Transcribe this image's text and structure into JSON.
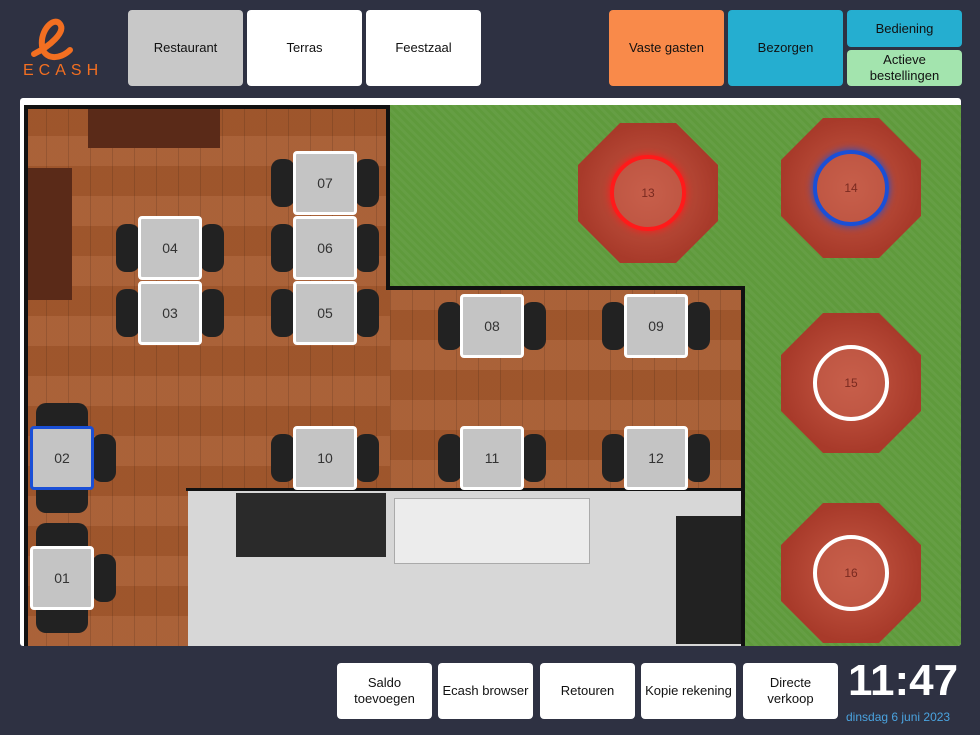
{
  "brand": {
    "name": "ECASH",
    "color": "#f36f21"
  },
  "areas": [
    {
      "label": "Restaurant",
      "active": true
    },
    {
      "label": "Terras"
    },
    {
      "label": "Feestzaal"
    }
  ],
  "top_actions": {
    "vaste_gasten": "Vaste gasten",
    "bezorgen": "Bezorgen",
    "bediening": "Bediening",
    "actieve": "Actieve bestellingen"
  },
  "tables": [
    "01",
    "02",
    "03",
    "04",
    "05",
    "06",
    "07",
    "08",
    "09",
    "10",
    "11",
    "12"
  ],
  "terrace": [
    "13",
    "14",
    "15",
    "16"
  ],
  "bottom_actions": [
    "Saldo toevoegen",
    "Ecash browser",
    "Retouren",
    "Kopie rekening",
    "Directe verkoop"
  ],
  "clock": {
    "time": "11:47",
    "date": "dinsdag 6 juni 2023"
  },
  "colors": {
    "orange": "#f98a4a",
    "blue": "#25aed0",
    "green": "#a3e4ae",
    "selected": "#1a4fd6",
    "occupied_red": "#ff1a1a"
  }
}
